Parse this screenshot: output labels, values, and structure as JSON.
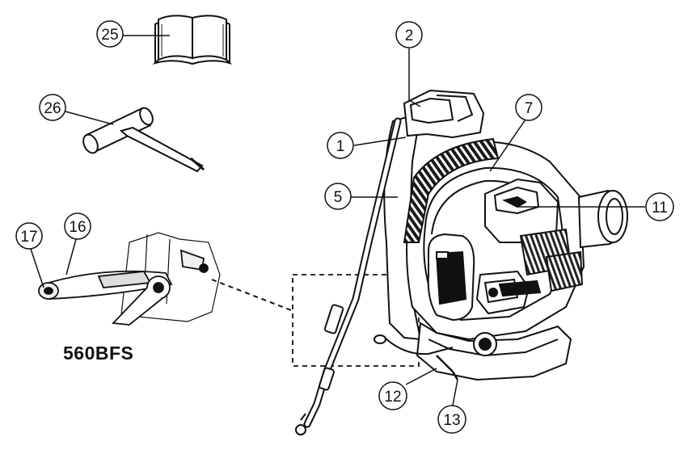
{
  "model_label": "560BFS",
  "callouts": {
    "c1": "1",
    "c2": "2",
    "c5": "5",
    "c7": "7",
    "c11": "11",
    "c12": "12",
    "c13": "13",
    "c16": "16",
    "c17": "17",
    "c25": "25",
    "c26": "26"
  }
}
